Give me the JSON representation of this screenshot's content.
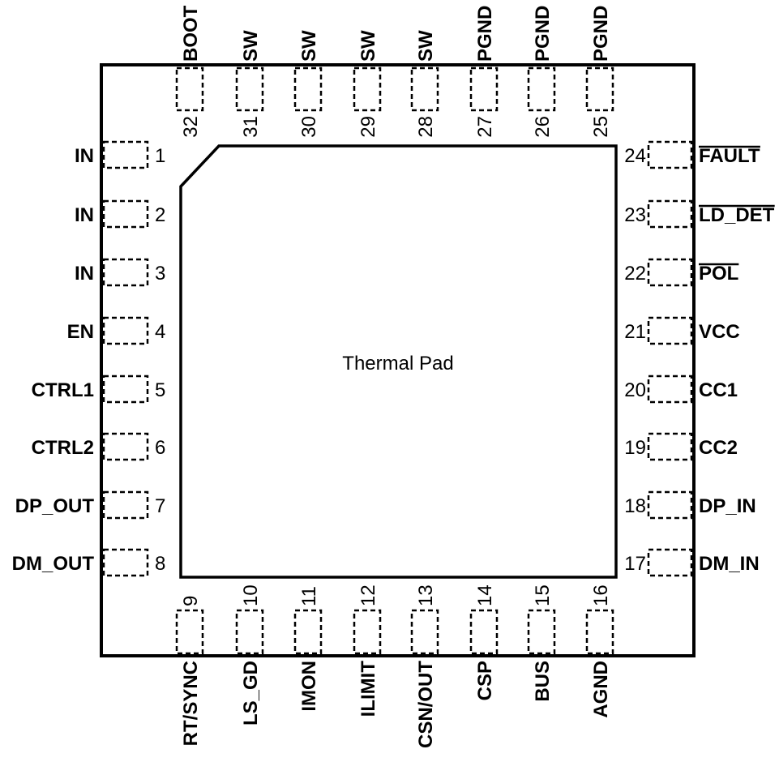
{
  "thermal_pad_label": "Thermal Pad",
  "pins": {
    "left": [
      {
        "number": "1",
        "name": "IN"
      },
      {
        "number": "2",
        "name": "IN"
      },
      {
        "number": "3",
        "name": "IN"
      },
      {
        "number": "4",
        "name": "EN"
      },
      {
        "number": "5",
        "name": "CTRL1"
      },
      {
        "number": "6",
        "name": "CTRL2"
      },
      {
        "number": "7",
        "name": "DP_OUT"
      },
      {
        "number": "8",
        "name": "DM_OUT"
      }
    ],
    "bottom": [
      {
        "number": "9",
        "name": "RT/SYNC"
      },
      {
        "number": "10",
        "name": "LS_GD"
      },
      {
        "number": "11",
        "name": "IMON"
      },
      {
        "number": "12",
        "name": "ILIMIT"
      },
      {
        "number": "13",
        "name": "CSN/OUT"
      },
      {
        "number": "14",
        "name": "CSP"
      },
      {
        "number": "15",
        "name": "BUS"
      },
      {
        "number": "16",
        "name": "AGND"
      }
    ],
    "right": [
      {
        "number": "17",
        "name": "DM_IN"
      },
      {
        "number": "18",
        "name": "DP_IN"
      },
      {
        "number": "19",
        "name": "CC2"
      },
      {
        "number": "20",
        "name": "CC1"
      },
      {
        "number": "21",
        "name": "VCC"
      },
      {
        "number": "22",
        "name": "POL",
        "active_low": true
      },
      {
        "number": "23",
        "name": "LD_DET",
        "active_low": true
      },
      {
        "number": "24",
        "name": "FAULT",
        "active_low": true
      }
    ],
    "top": [
      {
        "number": "25",
        "name": "PGND"
      },
      {
        "number": "26",
        "name": "PGND"
      },
      {
        "number": "27",
        "name": "PGND"
      },
      {
        "number": "28",
        "name": "SW"
      },
      {
        "number": "29",
        "name": "SW"
      },
      {
        "number": "30",
        "name": "SW"
      },
      {
        "number": "31",
        "name": "SW"
      },
      {
        "number": "32",
        "name": "BOOT"
      }
    ]
  }
}
